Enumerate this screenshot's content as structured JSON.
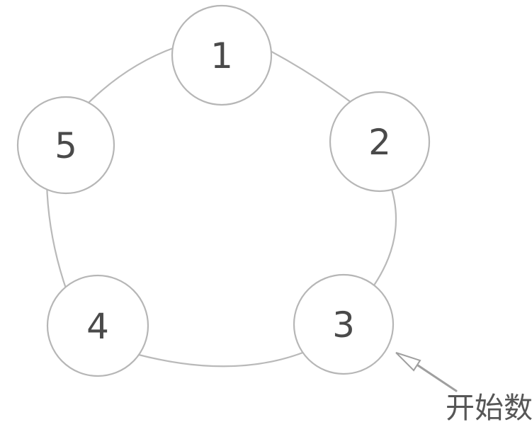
{
  "diagram": {
    "description": "Five numbered circles arranged in a ring with an arrow marking the starting node",
    "nodes": [
      {
        "label": "1",
        "position": "top"
      },
      {
        "label": "2",
        "position": "right"
      },
      {
        "label": "3",
        "position": "bottom-right"
      },
      {
        "label": "4",
        "position": "bottom-left"
      },
      {
        "label": "5",
        "position": "left"
      }
    ],
    "annotation": {
      "label": "开始数",
      "points_to_node": "3"
    },
    "colors": {
      "background": "#ffffff",
      "ring_stroke": "#b9b9b9",
      "node_stroke": "#b6b6b6",
      "node_fill": "#ffffff",
      "number_text": "#4a4a4a",
      "arrow": "#9f9f9f",
      "annotation_text": "#565656"
    }
  }
}
